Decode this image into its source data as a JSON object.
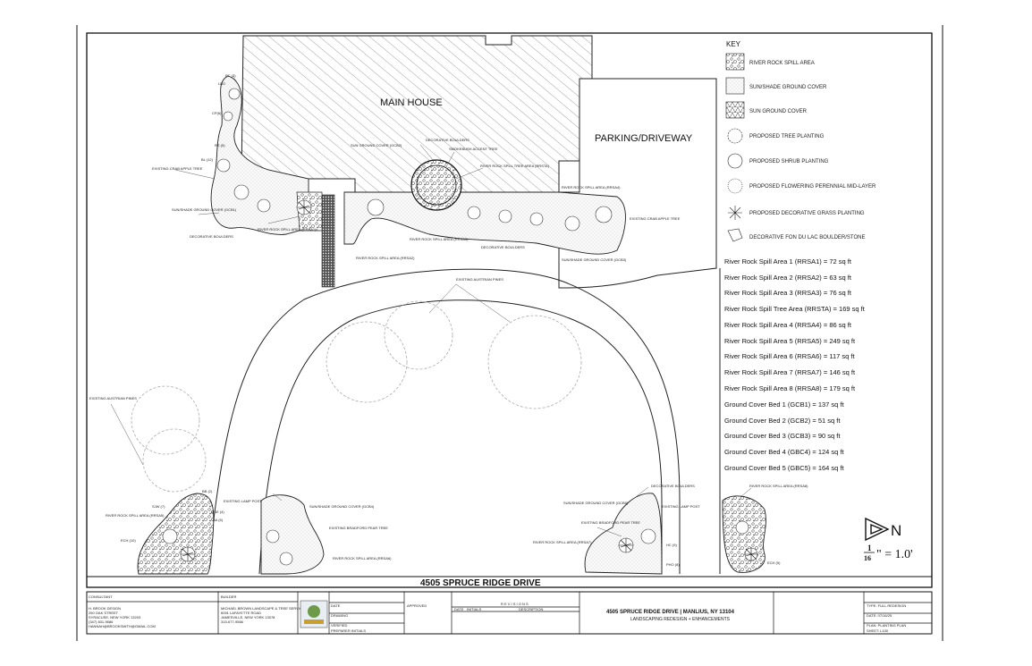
{
  "plan": {
    "main_house": "MAIN HOUSE",
    "parking": "PARKING/DRIVEWAY",
    "street": "4505 SPRUCE RIDGE DRIVE"
  },
  "callouts": {
    "pc": "PC (3)",
    "lbo": "LBO",
    "cp": "CP(6)",
    "rs": "RS (5)",
    "bl": "BL (12)",
    "crab_left": "EXISTING CRAB APPLE TREE",
    "gcb1": "SUN/SHADE GROUND COVER (GCB1)",
    "boulders_left": "DECORATIVE BOULDERS",
    "rrsa1": "RIVER ROCK SPILL AREA (RRSA1)",
    "rrsa2": "RIVER ROCK SPILL AREA (RRSA2)",
    "sun_gc": "SUN GROUND COVER (GCB2)",
    "deco_boulders_top": "DECORATIVE BOULDERS",
    "smokebush": "SMOKEBUSH ACCENT TREE",
    "rrsta": "RIVER ROCK SPILL TREE AREA (RRSTA)",
    "rrsa3": "RIVER ROCK SPILL AREA (RRSA3)",
    "rrsa4": "RIVER ROCK SPILL AREA (RRSA4)",
    "crab_right": "EXISTING CRAB APPLE TREE",
    "gcb3": "SUN/SHADE GROUND COVER (GCB3)",
    "deco_boulders_mid": "DECORATIVE BOULDERS",
    "austrian_mid": "EXISTING AUSTRIAN PINES",
    "austrian_left": "EXISTING AUSTRIAN PINES",
    "lamp_left": "EXISTING LAMP POST",
    "gcb4": "SUN/SHADE GROUND COVER (GCB4)",
    "bradford_left": "EXISTING BRADFORD PEAR TREE",
    "rrsa5": "RIVER ROCK SPILL AREA (RRSA5)",
    "rrsa6": "RIVER ROCK SPILL AREA (RRSA6)",
    "gcb5": "SUN/SHADE GROUND COVER (GCB5)",
    "bradford_right": "EXISTING BRADFORD PEAR TREE",
    "lamp_right": "EXISTING LAMP POST",
    "rrsa7": "RIVER ROCK SPILL AREA (RRSA7)",
    "rrsa8": "RIVER ROCK SPILL AREA (RRSA8)",
    "deco_boulders_low": "DECORATIVE BOULDERS",
    "hc": "HC (9)",
    "pho": "PHO (8)",
    "bb": "BB (2)",
    "sjw": "SJW (7)",
    "mse": "MSE (4)",
    "ba": "BA (5)",
    "ech": "ECH (10)",
    "ech_r": "ECH (5)"
  },
  "key": {
    "title": "KEY",
    "items": [
      {
        "label": "RIVER ROCK SPILL AREA"
      },
      {
        "label": "SUN/SHADE GROUND COVER"
      },
      {
        "label": "SUN GROUND COVER"
      },
      {
        "label": "PROPOSED TREE PLANTING"
      },
      {
        "label": "PROPOSED SHRUB PLANTING"
      },
      {
        "label": "PROPOSED FLOWERING PERENNIAL MID-LAYER"
      },
      {
        "label": "PROPOSED DECORATIVE GRASS PLANTING"
      },
      {
        "label": "DECORATIVE FON DU LAC BOULDER/STONE"
      }
    ]
  },
  "areas": [
    "River Rock Spill Area 1 (RRSA1)  =  72 sq ft",
    "River Rock Spill Area 2 (RRSA2)  =  63 sq ft",
    "River Rock Spill Area 3 (RRSA3) = 76 sq ft",
    "River Rock Spill Tree Area (RRSTA)  =  169 sq ft",
    "River Rock Spill Area 4 (RRSA4)  =  86 sq ft",
    "River Rock Spill Area 5 (RRSA5)  =  249 sq ft",
    "River Rock Spill Area 6 (RRSA6)  =  117 sq ft",
    "River Rock Spill Area 7 (RRSA7)  =  146 sq ft",
    "River Rock Spill Area 8 (RRSA8)  =  179 sq ft",
    "Ground Cover Bed 1 (GCB1) = 137 sq ft",
    "Ground Cover Bed 2 (GCB2)  = 51 sq ft",
    "Ground Cover Bed 3 (GCB3)  = 90 sq ft",
    "Ground Cover Bed 4 (GBC4)  = 124 sq ft",
    "Ground Cover Bed 5 (GBC5)  =  164 sq ft"
  ],
  "north": {
    "letter": "N",
    "scale_num": "1",
    "scale_den": "16",
    "scale_rest": "\" = 1.0'"
  },
  "title_block": {
    "consultant_label": "CONSULTANT",
    "consultant_lines": [
      "H. BROOK DESIGN",
      "250 OAK STREET",
      "SYRACUSE, NEW YORK 13203",
      "(347) 831-9586",
      "HANNAH@BROOKSMITH@GMAIL.COM"
    ],
    "builder_label": "BUILDER",
    "builder_lines": [
      "MICHAEL BROWN LANDSCAPE & TREE SERVICES",
      "6091 LAFAYETTE ROAD",
      "JAMESVILLE, NEW YORK 13078",
      "315-677-9566"
    ],
    "date_label": "DATE",
    "drawing_label": "DRAWING",
    "verified_label": "VERIFIED",
    "preparer_label": "PREPARER INITIALS",
    "approved_label": "APPROVED",
    "revisions_label": "R E V I S I O N S",
    "rev_cols": [
      "DATE",
      "INITIALS",
      "DESCRIPTION"
    ],
    "project_title": "4505 SPRUCE RIDGE DRIVE | MANLIUS, NY 13104",
    "project_sub": "LANDSCAPING REDESIGN + ENHANCEMENTS",
    "type": "TYPE: FULL REDESIGN",
    "date": "DATE: 07/16/25",
    "plan": "PLAN: PLANTING PLAN",
    "sheet": "SHEET: L100"
  }
}
